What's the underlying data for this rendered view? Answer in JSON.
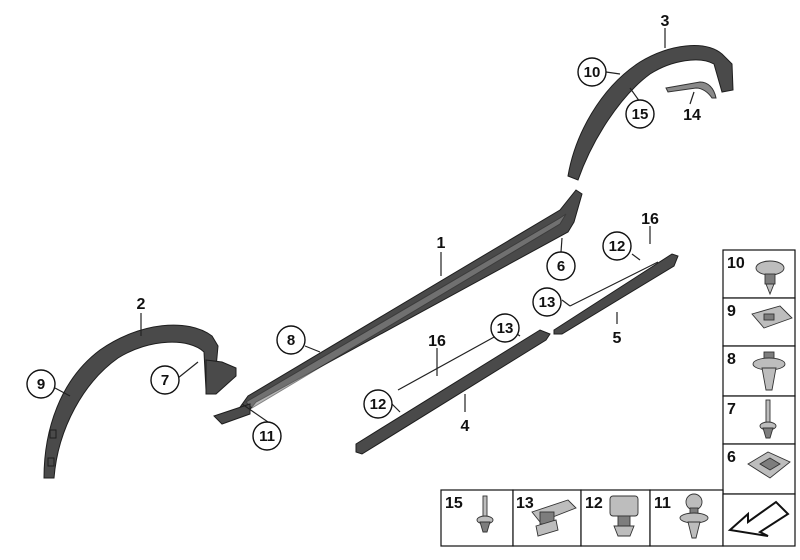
{
  "callouts": {
    "c1": "1",
    "c2": "2",
    "c3": "3",
    "c4": "4",
    "c5": "5",
    "c6": "6",
    "c7": "7",
    "c8": "8",
    "c9": "9",
    "c10": "10",
    "c11": "11",
    "c12a": "12",
    "c12b": "12",
    "c13a": "13",
    "c13b": "13",
    "c14": "14",
    "c15": "15",
    "c16a": "16",
    "c16b": "16"
  },
  "legend": {
    "side": [
      "10",
      "9",
      "8",
      "7",
      "6"
    ],
    "bottom": [
      "15",
      "13",
      "12",
      "11"
    ]
  },
  "icons": {
    "nav": "arrow-icon"
  }
}
